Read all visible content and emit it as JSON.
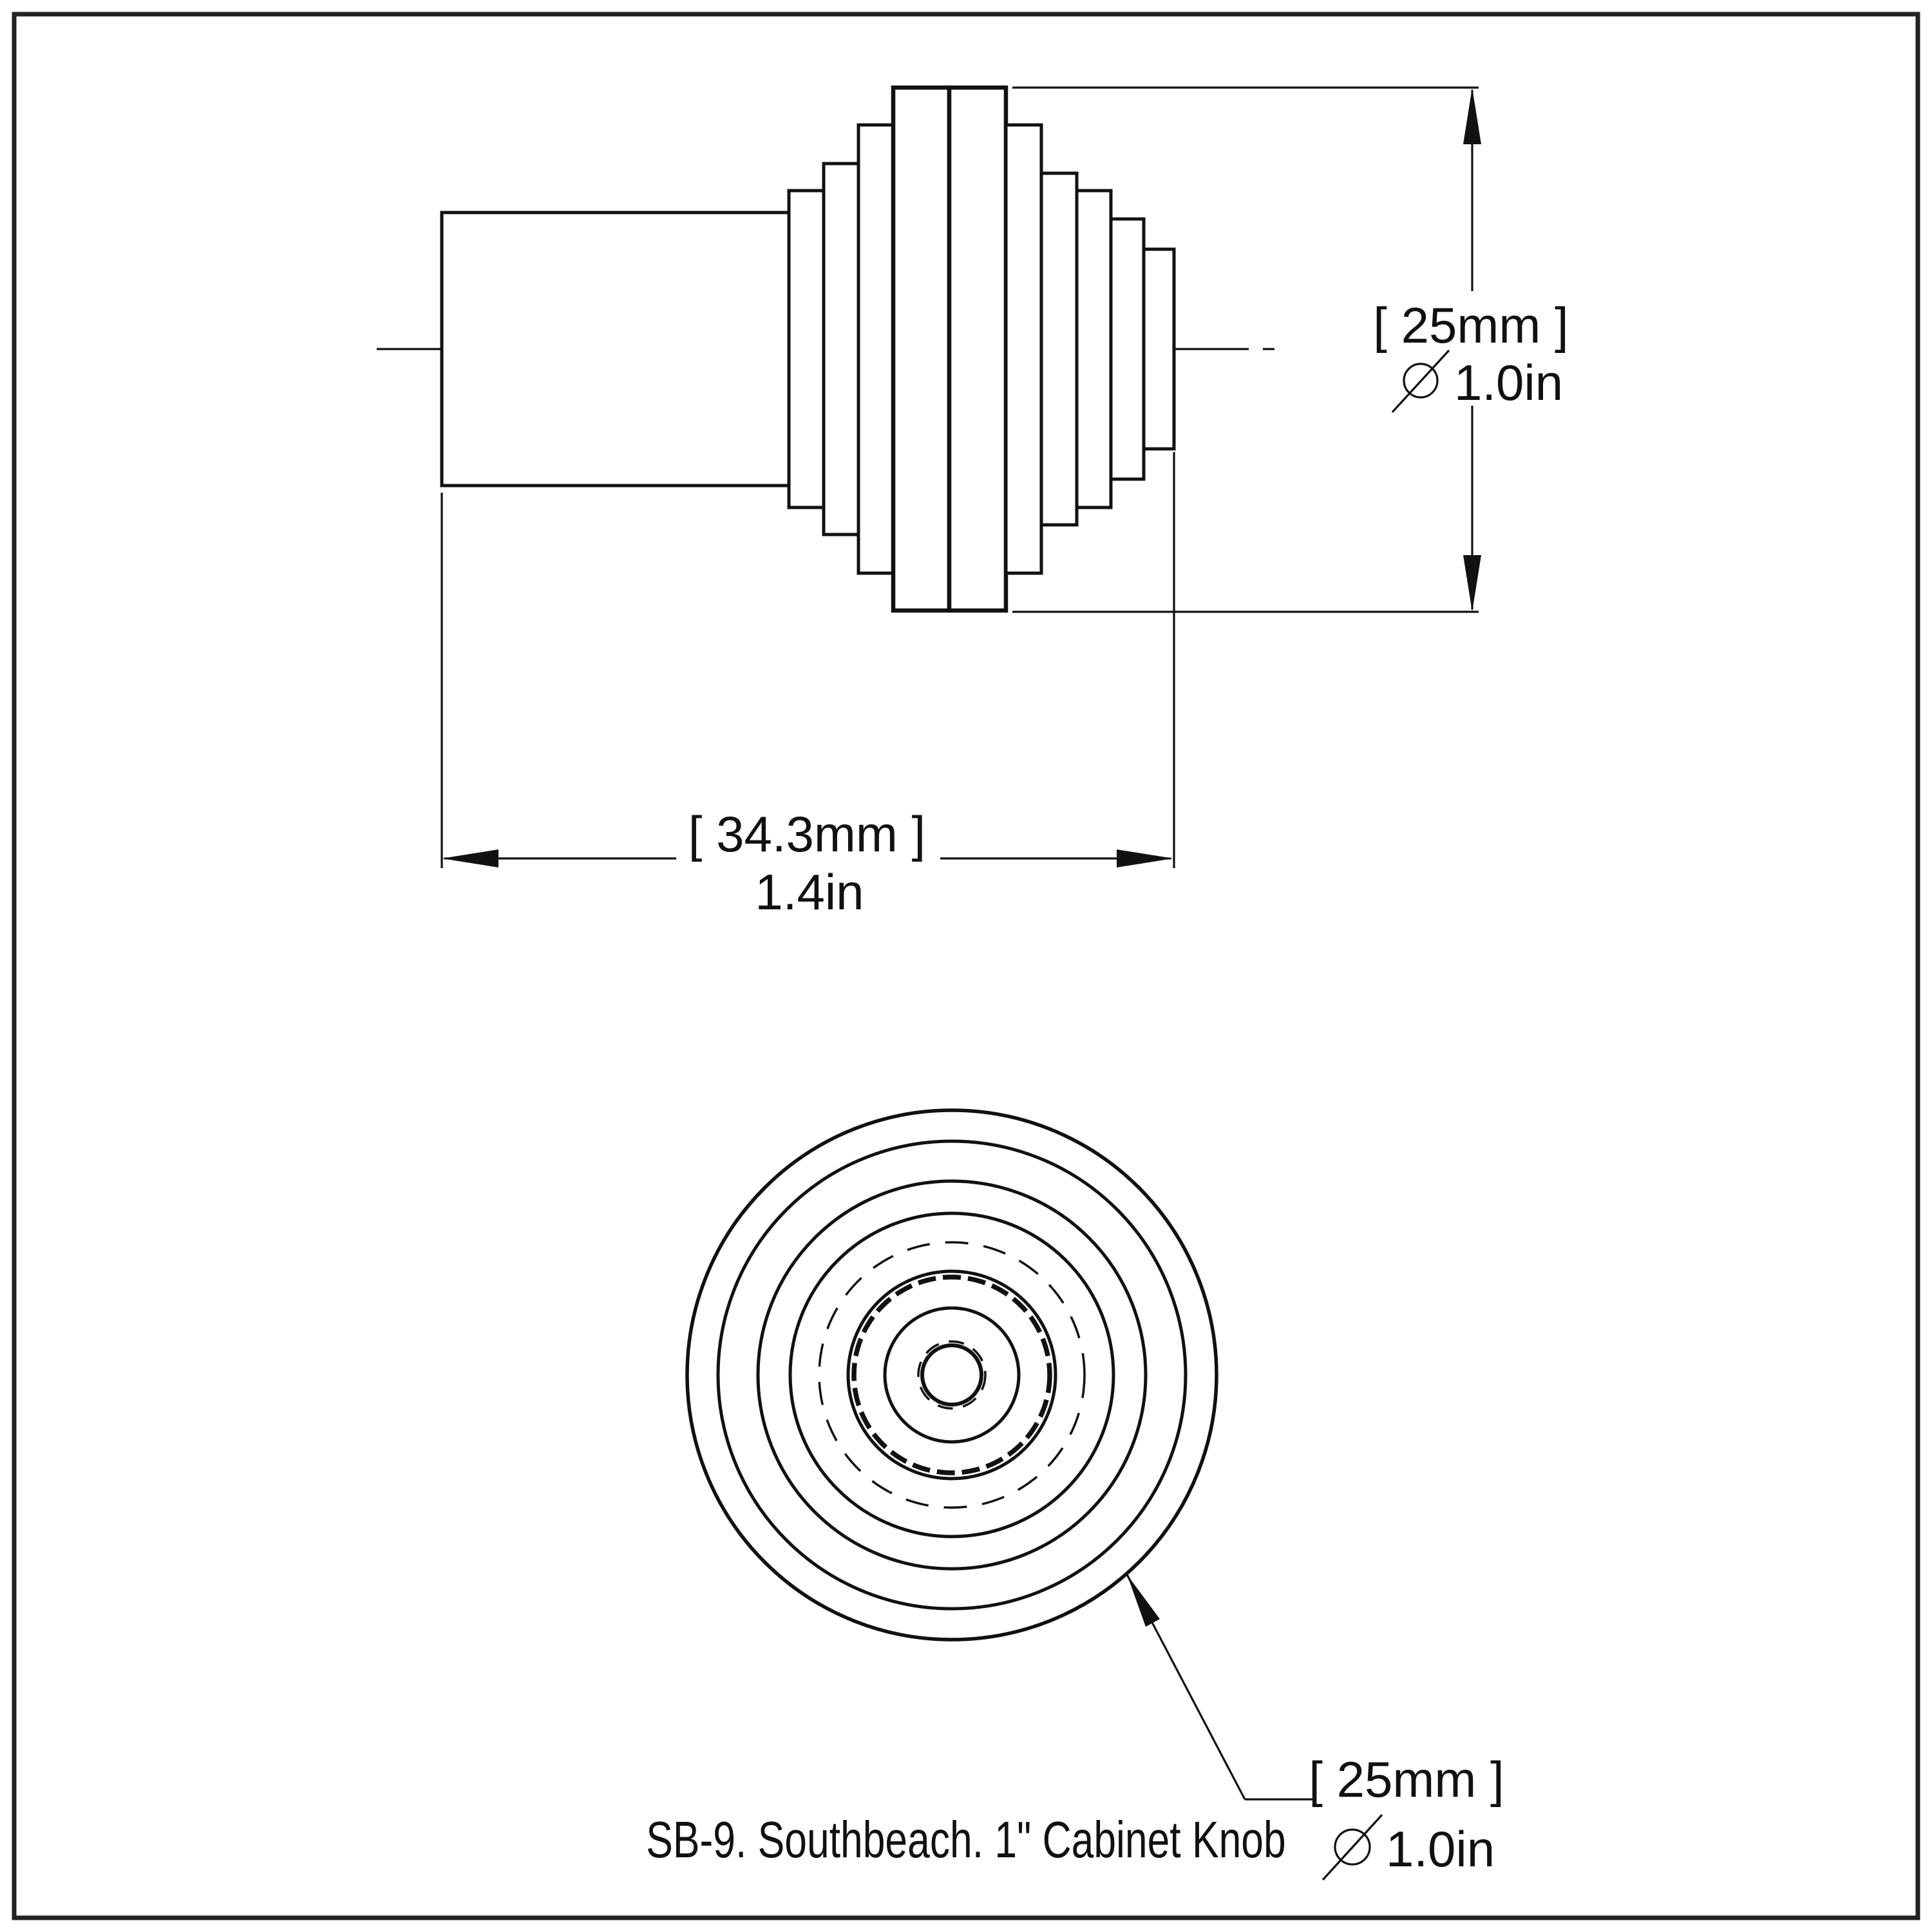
{
  "page": {
    "background": "#ffffff",
    "line_color": "#111111"
  },
  "caption": "SB-9. Southbeach. 1\" Cabinet Knob",
  "side_view": {
    "diameter_dim": {
      "metric": "[ 25mm ]",
      "symbol": "⌀",
      "imperial": "1.0in"
    },
    "length_dim": {
      "metric": "[ 34.3mm ]",
      "imperial": "1.4in"
    }
  },
  "plan_view": {
    "diameter_dim": {
      "metric": "[ 25mm ]",
      "symbol": "⌀",
      "imperial": "1.0in"
    }
  }
}
